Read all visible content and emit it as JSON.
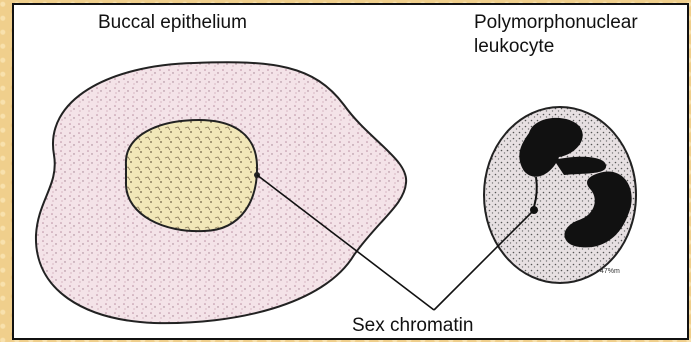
{
  "labels": {
    "buccal": "Buccal epithelium",
    "pmn_line1": "Polymorphonuclear",
    "pmn_line2": "leukocyte",
    "sex_chromatin": "Sex chromatin",
    "signature": "47%m"
  }
}
